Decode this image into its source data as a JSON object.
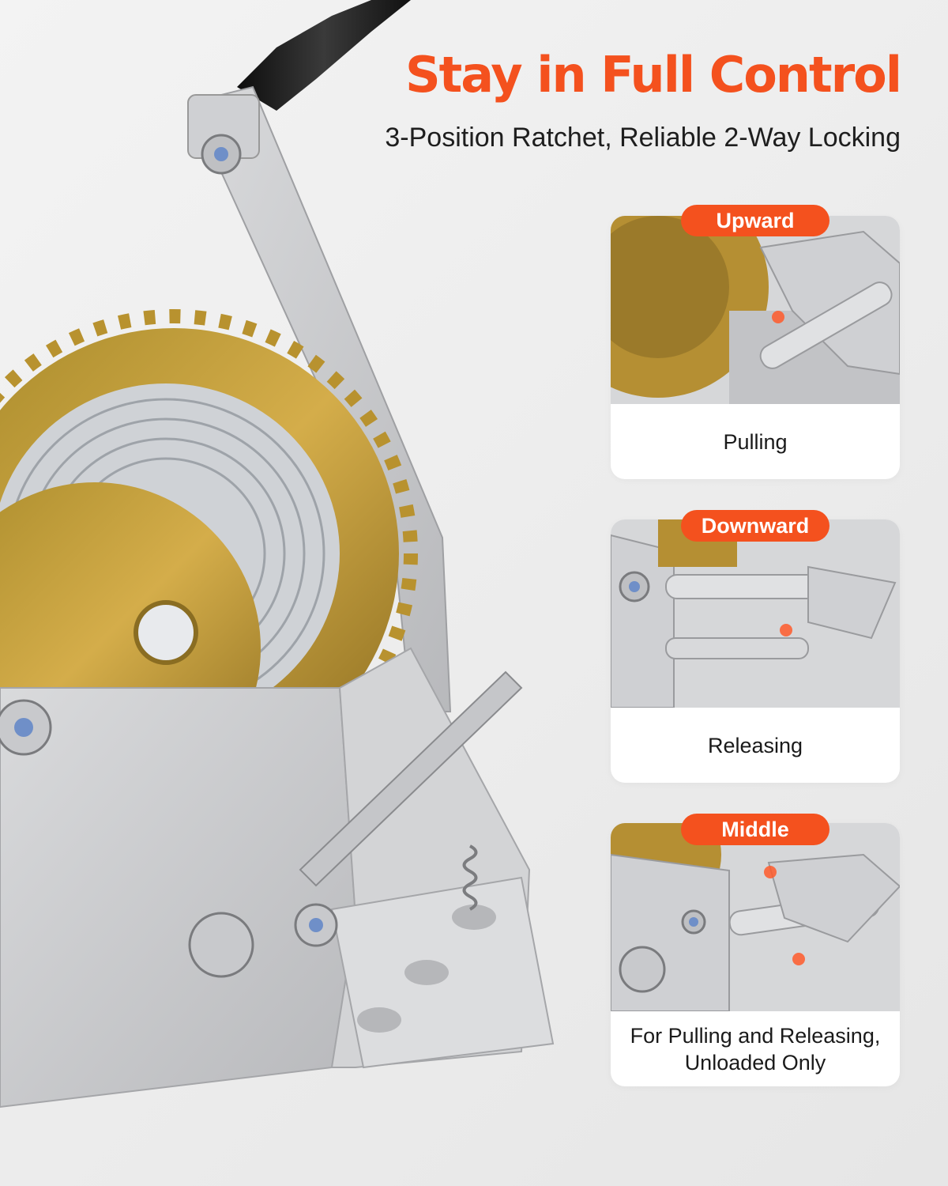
{
  "headline": "Stay in Full Control",
  "subheadline": "3-Position Ratchet, Reliable 2-Way Locking",
  "positions": [
    {
      "badge": "Upward",
      "caption": "Pulling"
    },
    {
      "badge": "Downward",
      "caption": "Releasing"
    },
    {
      "badge": "Middle",
      "caption": "For Pulling and Releasing, Unloaded Only"
    }
  ],
  "colors": {
    "accent": "#f4511e",
    "background": "#efefef",
    "steel": "#c9cacc",
    "gear": "#c9a23a",
    "handle_grip": "#1a1a1a"
  }
}
